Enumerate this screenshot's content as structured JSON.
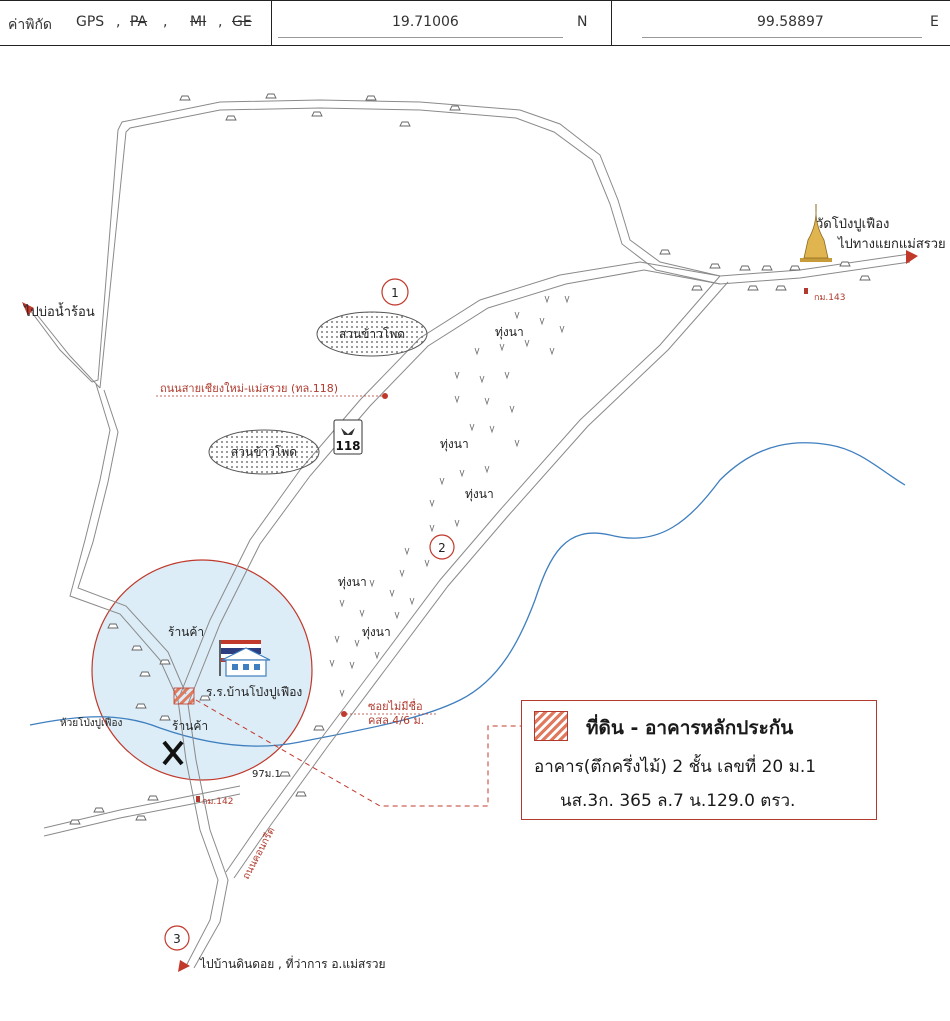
{
  "header": {
    "coord_label": "ค่าพิกัด",
    "systems": [
      "GPS",
      "PA",
      "MI",
      "GE"
    ],
    "latitude": "19.71006",
    "lat_dir": "N",
    "longitude": "99.58897",
    "lon_dir": "E"
  },
  "map": {
    "route_numbers": [
      "1",
      "2",
      "3"
    ],
    "highway_shield": "118",
    "road_main": "ถนนสายเชียงใหม่-แม่สรวย (ทล.118)",
    "road_concrete": "ถนนคอนกรีต",
    "alley_name": "ซอยไม่มีชื่อ",
    "alley_width": "คสล.4/6 ม.",
    "orchard_1": "สวนข้าวโพด",
    "orchard_2": "สวนข้าวโพด",
    "field_labels": [
      "ทุ่งนา",
      "ทุ่งนา",
      "ทุ่งนา",
      "ทุ่งนา",
      "ทุ่งนา"
    ],
    "temple": "วัดโป่งปูเฟือง",
    "to_junction": "ไปทางแยกแม่สรวย",
    "to_hotspring": "ไปบ่อน้ำร้อน",
    "to_village": "ไปบ้านดินดอย , ที่ว่าการ อ.แม่สรวย",
    "km_143": "กม.143",
    "km_142": "กม.142",
    "shop_1": "ร้านค้า",
    "shop_2": "ร้านค้า",
    "school": "ร.ร.บ้านโป่งปูเฟือง",
    "creek": "ห้วยโป่งปูเฟือง",
    "house_no": "97ม.1"
  },
  "legend": {
    "title": "ที่ดิน - อาคารหลักประกัน",
    "building": "อาคาร(ตึกครึ่งไม้) 2 ชั้น   เลขที่ 20 ม.1",
    "deed": "นส.3ก.  365  ล.7  น.129.0 ตรว."
  },
  "colors": {
    "accent_red": "#b03a2e",
    "river_blue": "#3f7fbf",
    "circle_fill": "#dcedf7"
  }
}
